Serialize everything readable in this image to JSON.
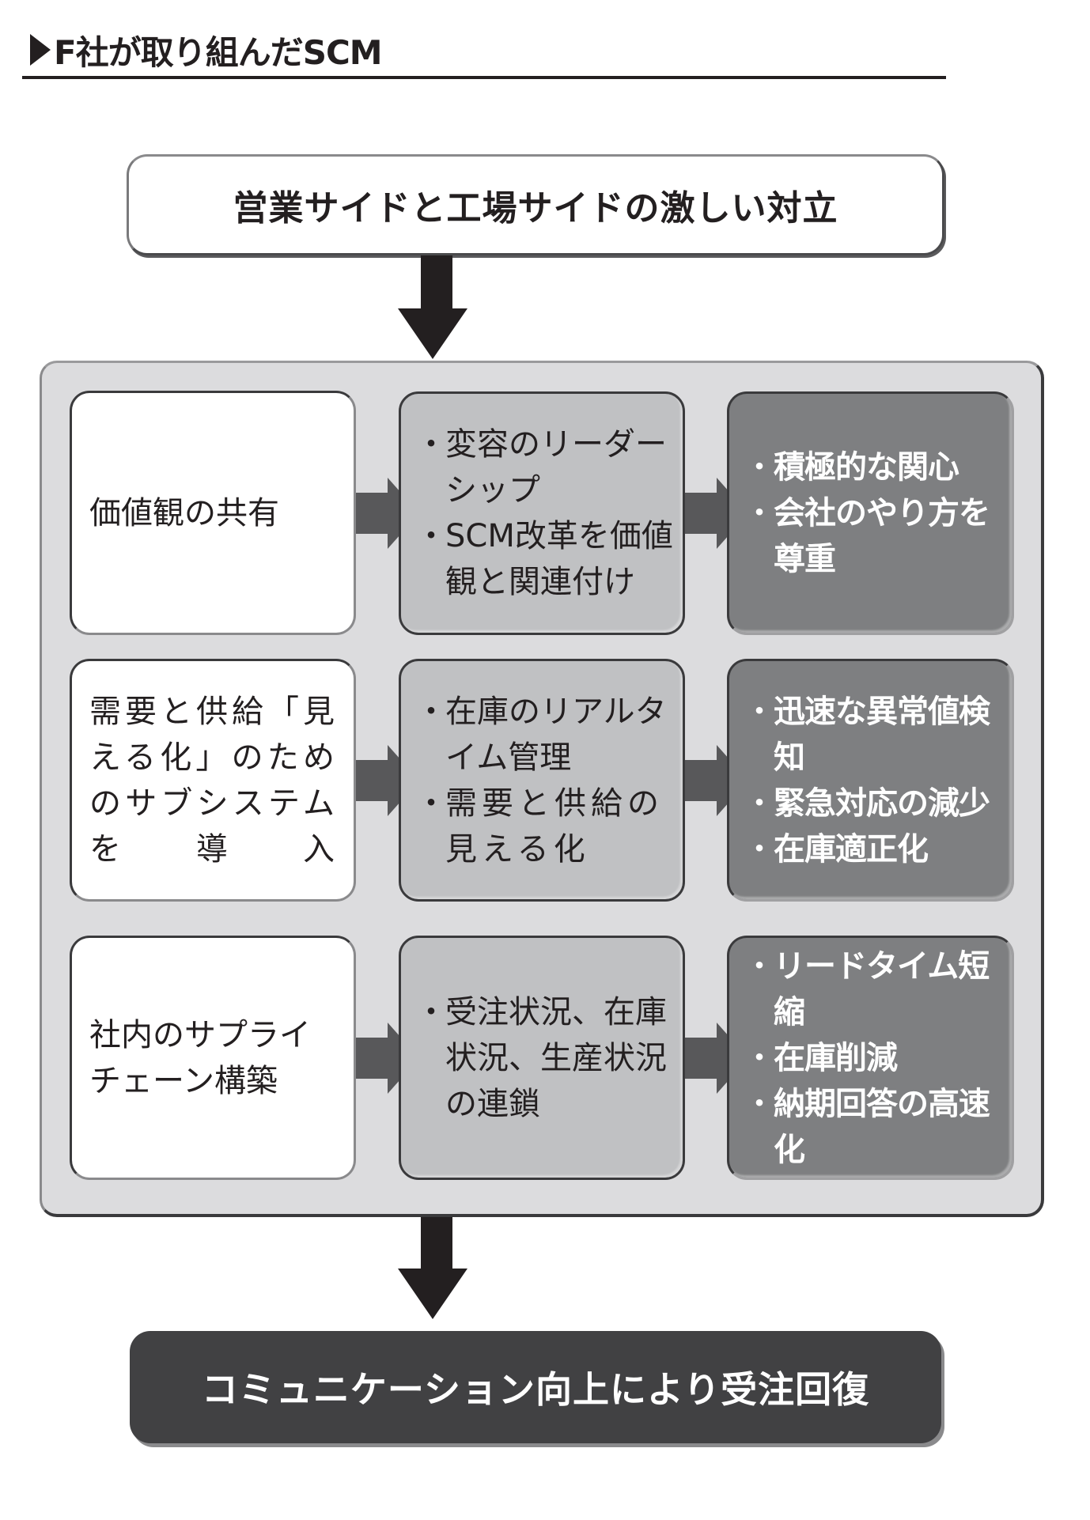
{
  "heading": {
    "marker_icon": "right-triangle-icon",
    "title": "F社が取り組んだSCM"
  },
  "top_box": {
    "text": "営業サイドと工場サイドの激しい対立"
  },
  "rows": [
    {
      "initiative": "価値観の共有",
      "measures": [
        "変容のリーダーシップ",
        "SCM改革を価値観と関連付け"
      ],
      "results": [
        "積極的な関心",
        "会社のやり方を尊重"
      ]
    },
    {
      "initiative": "需要と供給「見える化」のためのサブシステムを導入",
      "measures": [
        "在庫のリアルタイム管理",
        "需要と供給の見える化"
      ],
      "results": [
        "迅速な異常値検知",
        "緊急対応の減少",
        "在庫適正化"
      ]
    },
    {
      "initiative": "社内のサプライチェーン構築",
      "measures": [
        "受注状況、在庫状況、生産状況の連鎖"
      ],
      "results": [
        "リードタイム短縮",
        "在庫削減",
        "納期回答の高速化"
      ]
    }
  ],
  "bottom_box": {
    "text": "コミュニケーション向上により受注回復"
  },
  "colors": {
    "text_dark": "#231f20",
    "panel_fill": "#dcdcde",
    "initiative_fill": "#ffffff",
    "measure_fill": "#c0c1c3",
    "result_fill": "#7e7f81",
    "arrow_gray": "#58585a",
    "arrow_black": "#231f20",
    "bottom_fill": "#414143"
  }
}
